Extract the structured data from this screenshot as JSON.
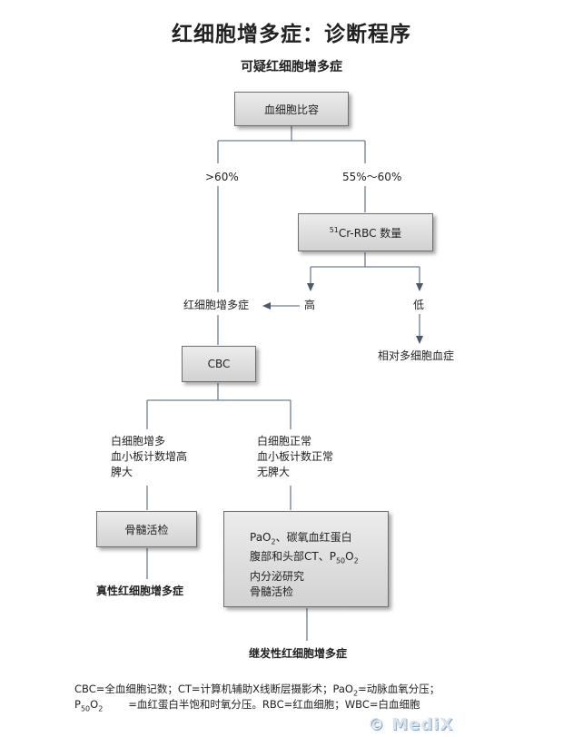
{
  "title": "红细胞增多症：诊断程序",
  "subtitle": "可疑红细胞增多症",
  "nodes": {
    "hematocrit": "血细胞比容",
    "over60": ">60%",
    "range55_60": "55%～60%",
    "cr_rbc_sup": "51",
    "cr_rbc": "Cr-RBC 数量",
    "high": "高",
    "low": "低",
    "erythrocytosis": "红细胞增多症",
    "relative": "相对多细胞血症",
    "cbc": "CBC",
    "left_findings": [
      "白细胞增多",
      "血小板计数增高",
      "脾大"
    ],
    "right_findings": [
      "白细胞正常",
      "血小板计数正常",
      "无脾大"
    ],
    "bone_marrow": "骨髓活检",
    "pv": "真性红细胞增多症",
    "workup": {
      "line1_pre": "PaO",
      "line1_sub": "2",
      "line1_post": "、碳氧血红蛋白",
      "line2_pre": "腹部和头部CT、P",
      "line2_sub1": "50",
      "line2_mid": "O",
      "line2_sub2": "2",
      "line3": "内分泌研究",
      "line4": "骨髓活检"
    },
    "secondary": "继发性红细胞增多症"
  },
  "footnote": {
    "line1_pre": "CBC=全血细胞记数；CT=计算机辅助X线断层摄影术；PaO",
    "line1_sub": "2",
    "line1_post": "=动脉血氧分压；",
    "line2_p": "P",
    "line2_sub1": "50",
    "line2_o": "O",
    "line2_sub2": "2",
    "line2_post": "=血红蛋白半饱和时氧分压。RBC=红血细胞；WBC=白血细胞"
  },
  "watermark": "© MediX",
  "colors": {
    "box_top": "#ececec",
    "box_bottom": "#d2d2d2",
    "line": "#6e7f8f",
    "arrow": "#4a5a6a"
  }
}
